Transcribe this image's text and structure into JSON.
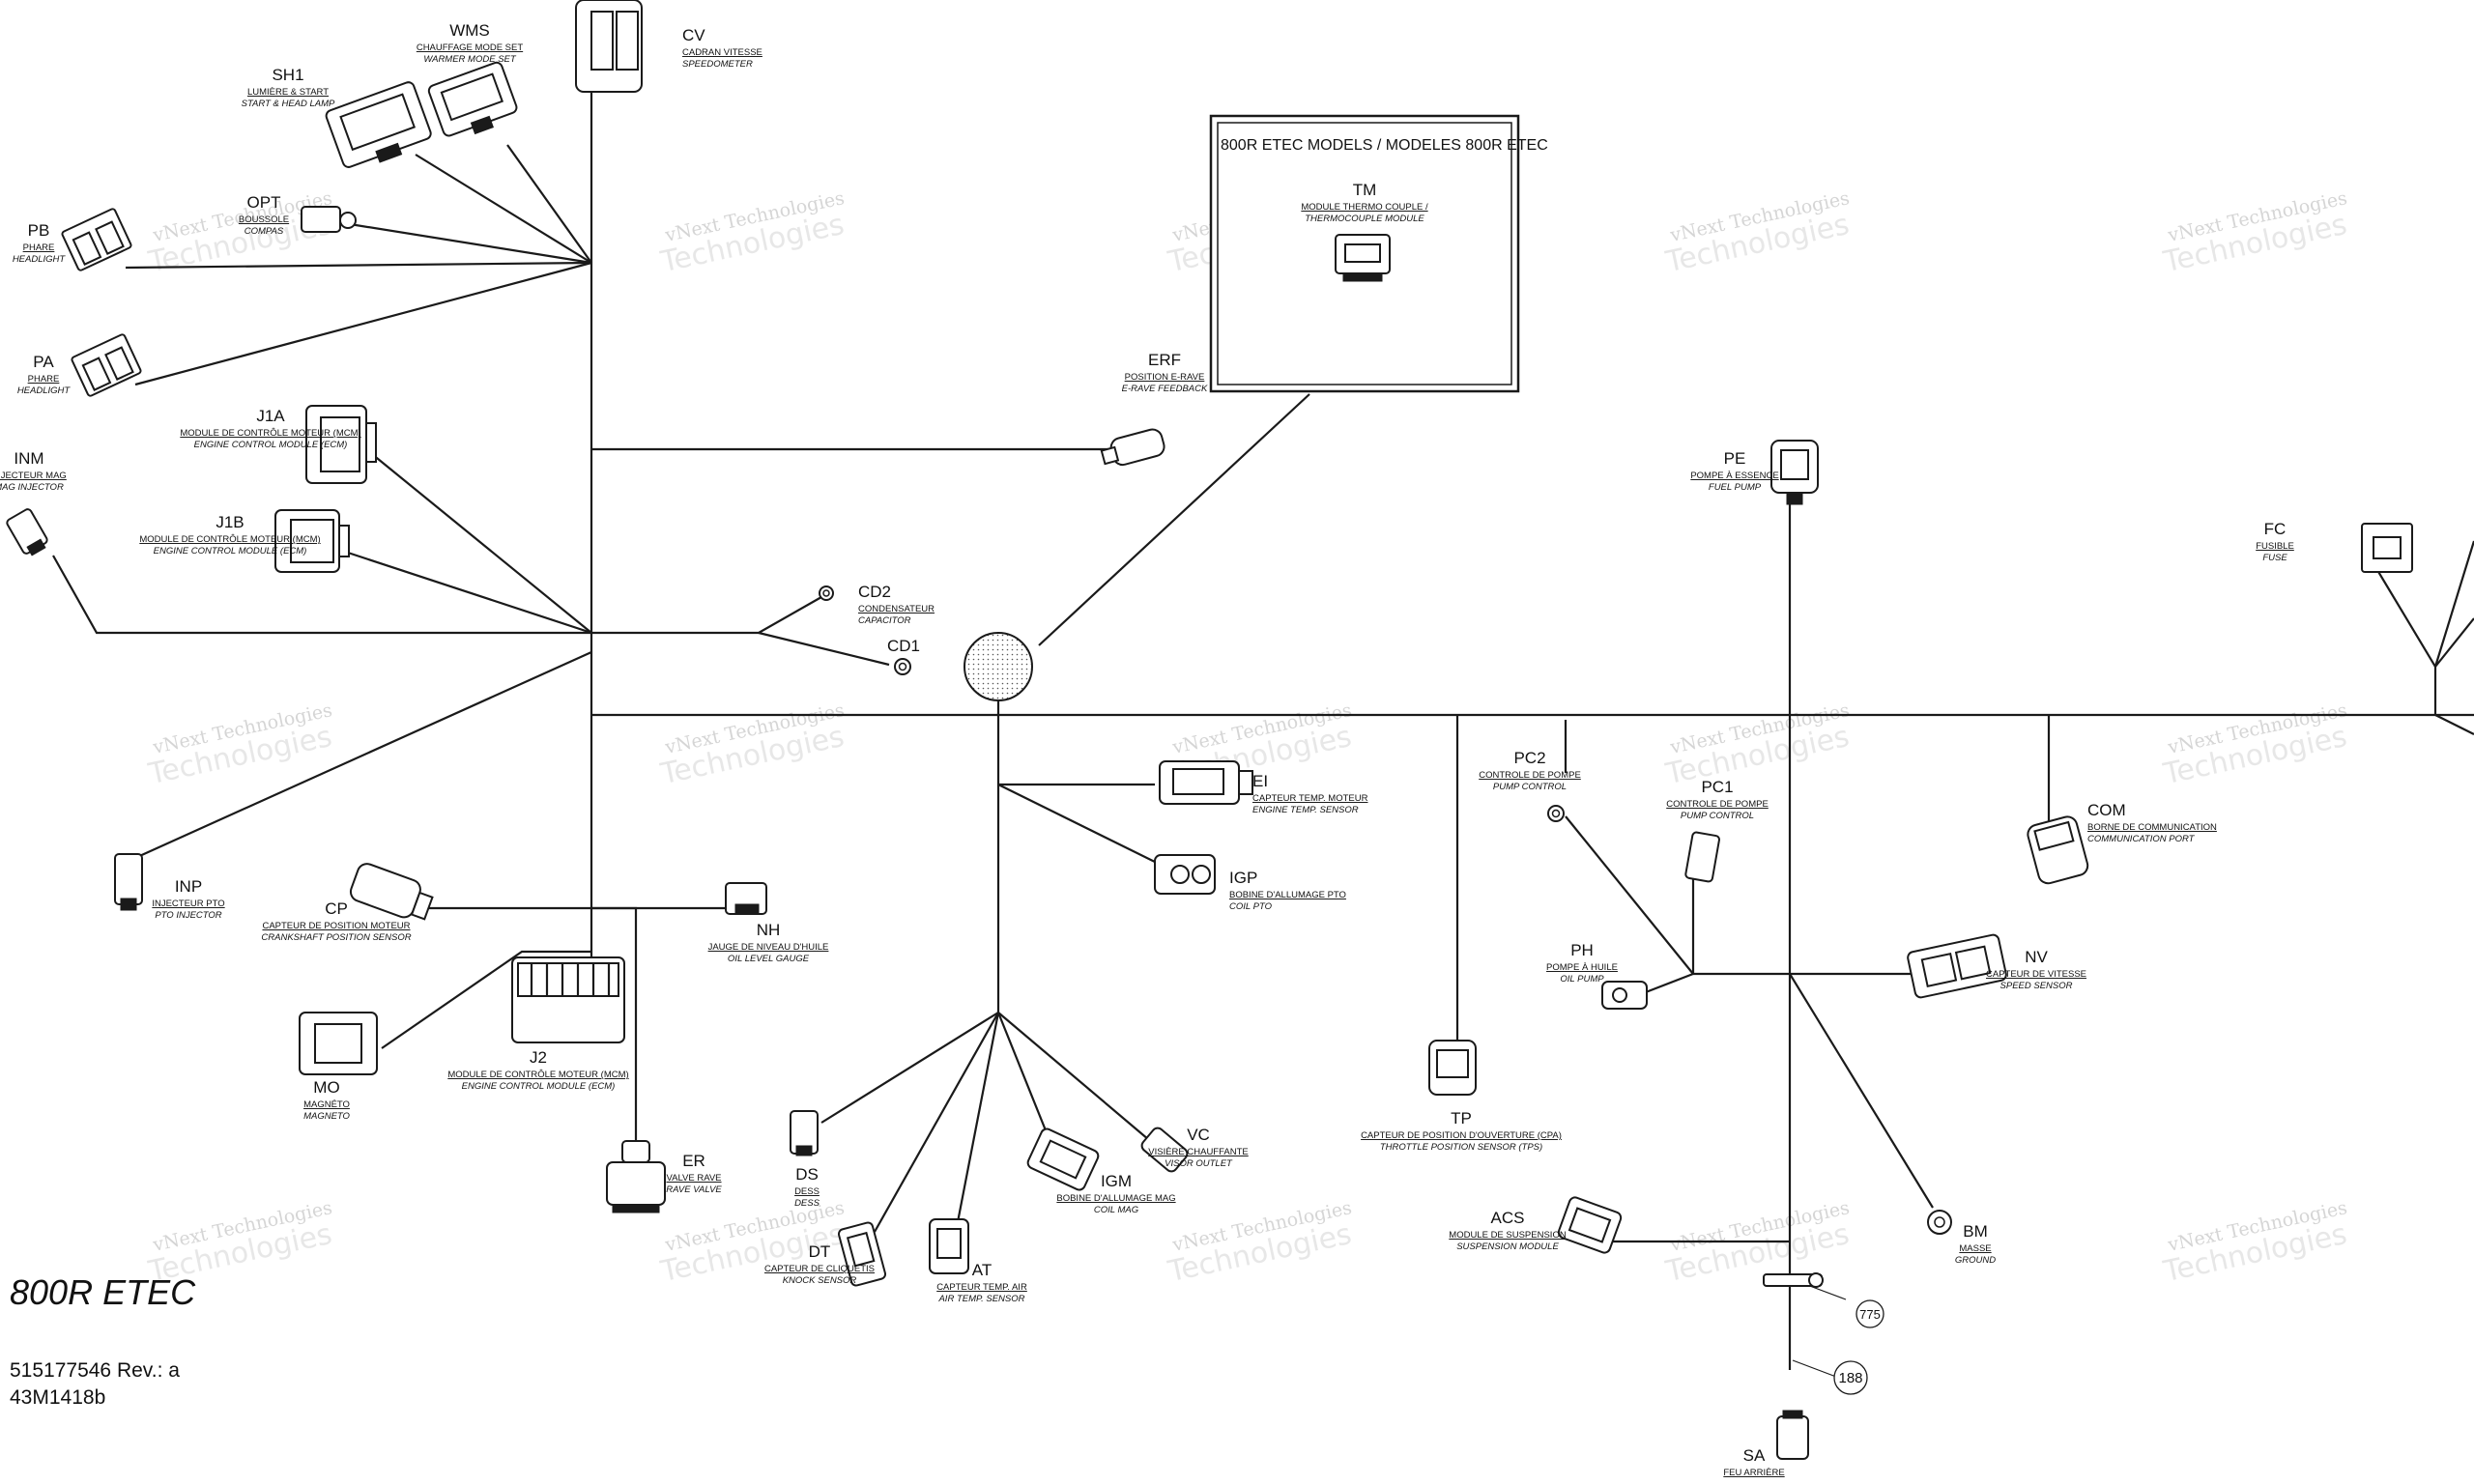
{
  "box": {
    "title": "800R ETEC MODELS / MODELES 800R ETEC"
  },
  "connectors": [
    {
      "id": "cv",
      "code": "CV",
      "fr": "CADRAN VITESSE",
      "en": "SPEEDOMETER"
    },
    {
      "id": "wms",
      "code": "WMS",
      "fr": "CHAUFFAGE MODE SET",
      "en": "WARMER MODE SET"
    },
    {
      "id": "sh1",
      "code": "SH1",
      "fr": "LUMIÈRE & START",
      "en": "START & HEAD LAMP"
    },
    {
      "id": "opt",
      "code": "OPT",
      "fr": "BOUSSOLE",
      "en": "COMPAS"
    },
    {
      "id": "pb",
      "code": "PB",
      "fr": "PHARE",
      "en": "HEADLIGHT"
    },
    {
      "id": "pa",
      "code": "PA",
      "fr": "PHARE",
      "en": "HEADLIGHT"
    },
    {
      "id": "j1a",
      "code": "J1A",
      "fr": "MODULE DE CONTRÔLE MOTEUR (MCM)",
      "en": "ENGINE CONTROL MODULE (ECM)"
    },
    {
      "id": "inm",
      "code": "INM",
      "fr": "INJECTEUR MAG",
      "en": "MAG INJECTOR"
    },
    {
      "id": "j1b",
      "code": "J1B",
      "fr": "MODULE DE CONTRÔLE MOTEUR (MCM)",
      "en": "ENGINE CONTROL MODULE (ECM)"
    },
    {
      "id": "cd2",
      "code": "CD2",
      "fr": "CONDENSATEUR",
      "en": "CAPACITOR"
    },
    {
      "id": "cd1",
      "code": "CD1",
      "fr": "",
      "en": ""
    },
    {
      "id": "tm",
      "code": "TM",
      "fr": "MODULE THERMO COUPLE /",
      "en": "THERMOCOUPLE MODULE"
    },
    {
      "id": "erf",
      "code": "ERF",
      "fr": "POSITION E-RAVE",
      "en": "E-RAVE FEEDBACK"
    },
    {
      "id": "pe",
      "code": "PE",
      "fr": "POMPE À ESSENCE",
      "en": "FUEL PUMP"
    },
    {
      "id": "fc",
      "code": "FC",
      "fr": "FUSIBLE",
      "en": "FUSE"
    },
    {
      "id": "ei",
      "code": "EI",
      "fr": "CAPTEUR TEMP. MOTEUR",
      "en": "ENGINE TEMP. SENSOR"
    },
    {
      "id": "igp",
      "code": "IGP",
      "fr": "BOBINE D'ALLUMAGE PTO",
      "en": "COIL PTO"
    },
    {
      "id": "pc2",
      "code": "PC2",
      "fr": "CONTROLE DE POMPE",
      "en": "PUMP CONTROL"
    },
    {
      "id": "pc1",
      "code": "PC1",
      "fr": "CONTROLE DE POMPE",
      "en": "PUMP CONTROL"
    },
    {
      "id": "com",
      "code": "COM",
      "fr": "BORNE DE COMMUNICATION",
      "en": "COMMUNICATION PORT"
    },
    {
      "id": "inp",
      "code": "INP",
      "fr": "INJECTEUR PTO",
      "en": "PTO INJECTOR"
    },
    {
      "id": "cp",
      "code": "CP",
      "fr": "CAPTEUR DE POSITION MOTEUR",
      "en": "CRANKSHAFT POSITION SENSOR"
    },
    {
      "id": "nh",
      "code": "NH",
      "fr": "JAUGE DE NIVEAU D'HUILE",
      "en": "OIL LEVEL GAUGE"
    },
    {
      "id": "ph",
      "code": "PH",
      "fr": "POMPE À HUILE",
      "en": "OIL PUMP"
    },
    {
      "id": "nv",
      "code": "NV",
      "fr": "CAPTEUR DE VITESSE",
      "en": "SPEED SENSOR"
    },
    {
      "id": "mo",
      "code": "MO",
      "fr": "MAGNÉTO",
      "en": "MAGNETO"
    },
    {
      "id": "j2",
      "code": "J2",
      "fr": "MODULE DE CONTRÔLE MOTEUR (MCM)",
      "en": "ENGINE CONTROL MODULE (ECM)"
    },
    {
      "id": "tp",
      "code": "TP",
      "fr": "CAPTEUR DE POSITION D'OUVERTURE (CPA)",
      "en": "THROTTLE POSITION SENSOR (TPS)"
    },
    {
      "id": "er",
      "code": "ER",
      "fr": "VALVE RAVE",
      "en": "RAVE VALVE"
    },
    {
      "id": "ds",
      "code": "DS",
      "fr": "DESS",
      "en": "DESS"
    },
    {
      "id": "vc",
      "code": "VC",
      "fr": "VISIÈRE CHAUFFANTE",
      "en": "VISOR OUTLET"
    },
    {
      "id": "igm",
      "code": "IGM",
      "fr": "BOBINE D'ALLUMAGE MAG",
      "en": "COIL MAG"
    },
    {
      "id": "dt",
      "code": "DT",
      "fr": "CAPTEUR DE CLIQUETIS",
      "en": "KNOCK SENSOR"
    },
    {
      "id": "at",
      "code": "AT",
      "fr": "CAPTEUR TEMP. AIR",
      "en": "AIR TEMP. SENSOR"
    },
    {
      "id": "acs",
      "code": "ACS",
      "fr": "MODULE DE SUSPENSION",
      "en": "SUSPENSION MODULE"
    },
    {
      "id": "bm",
      "code": "BM",
      "fr": "MASSE",
      "en": "GROUND"
    },
    {
      "id": "sa",
      "code": "SA",
      "fr": "FEU ARRIÈRE",
      "en": ""
    }
  ],
  "refs": {
    "r775": "775",
    "r188": "188"
  },
  "watermark": {
    "line1": "vNext Technologies",
    "line2": "Technologies"
  },
  "footer": {
    "model": "800R ETEC",
    "part": "515177546 Rev.: a",
    "drawing": "43M1418b"
  },
  "colors": {
    "ink": "#1a1a1a",
    "watermark": "#c4c4c4"
  }
}
